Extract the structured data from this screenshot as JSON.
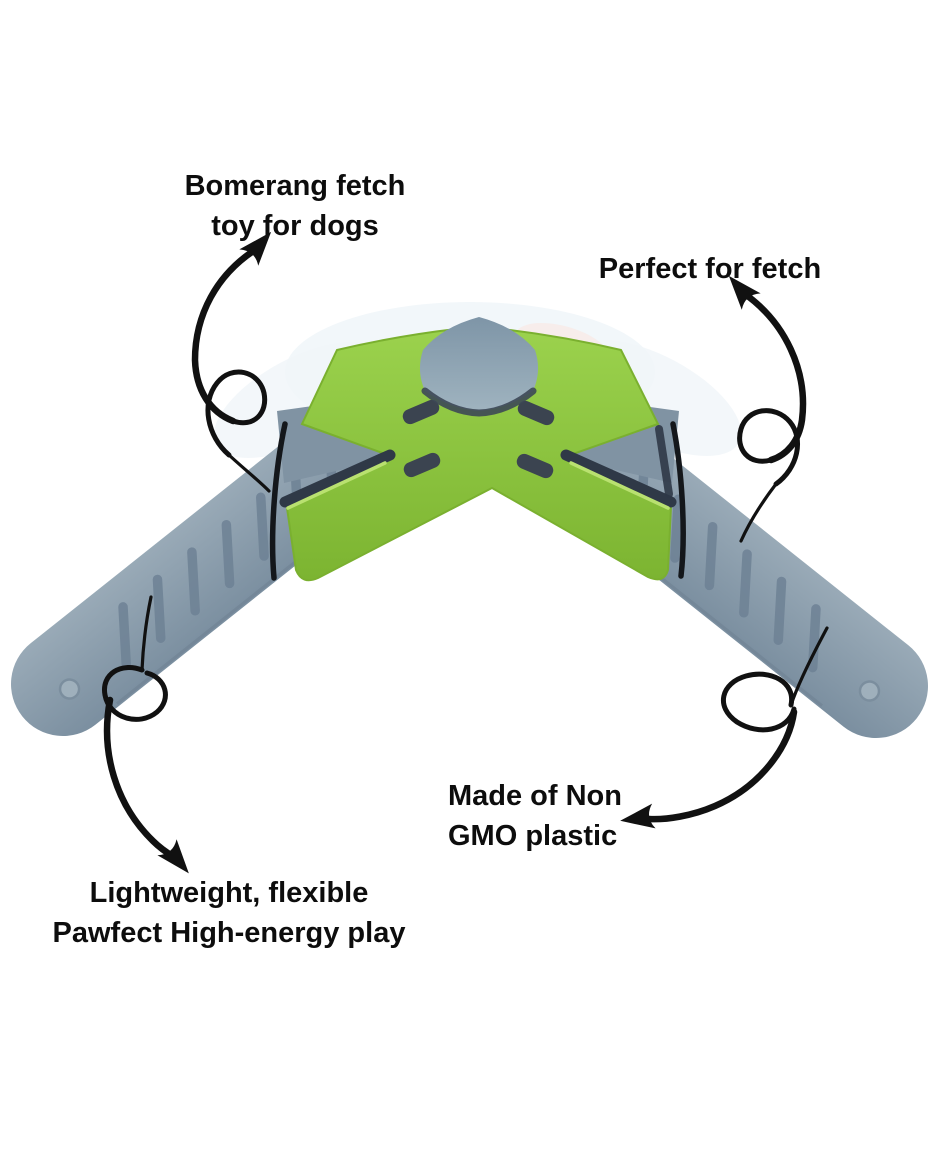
{
  "callouts": {
    "top_left": {
      "lines": [
        "Bomerang fetch",
        "toy for dogs"
      ]
    },
    "top_right": {
      "lines": [
        "Perfect for fetch"
      ]
    },
    "bottom_right": {
      "lines": [
        "Made of Non",
        "GMO plastic"
      ]
    },
    "bottom_left": {
      "lines": [
        "Lightweight, flexible",
        "Pawfect High-energy play"
      ]
    }
  },
  "product": {
    "colors": {
      "background": "#ffffff",
      "wing_grey": "#8a9cab",
      "wing_groove_grey": "#6e8295",
      "core_green": "#8dc63f",
      "accent_dark_navy": "#3a4350",
      "strap_black": "#14171b",
      "annotation_black": "#111111",
      "text_black": "#0d0d0d"
    }
  }
}
